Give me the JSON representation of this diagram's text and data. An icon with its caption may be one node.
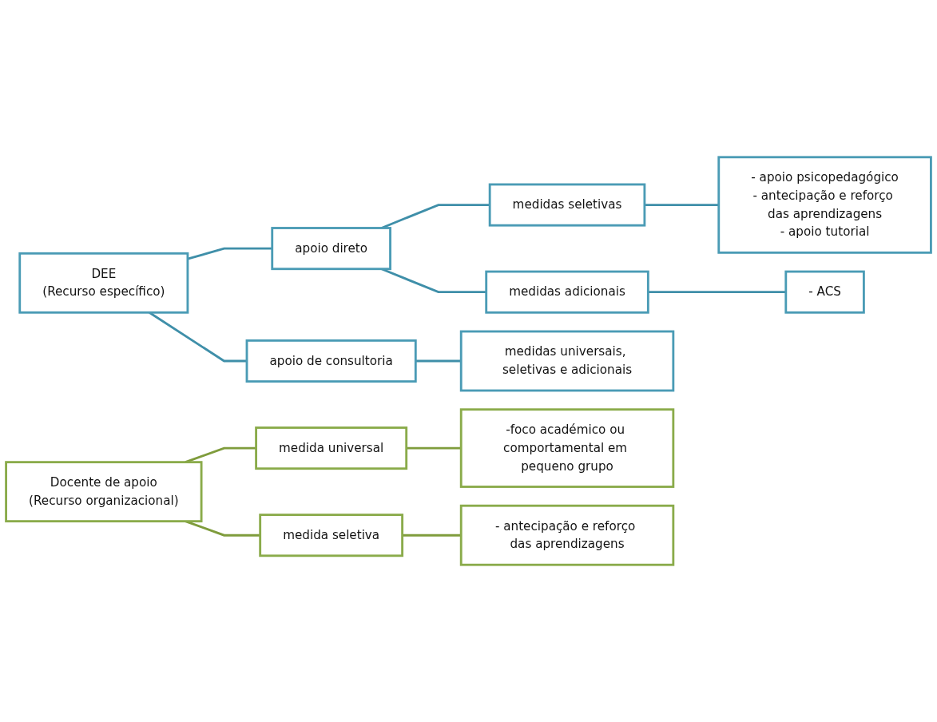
{
  "diagram": {
    "nodes": [
      {
        "text": [
          "DEE",
          "(Recurso específico)"
        ]
      },
      {
        "text": [
          "apoio direto"
        ]
      },
      {
        "text": [
          "apoio de consultoria"
        ]
      },
      {
        "text": [
          "medidas seletivas"
        ]
      },
      {
        "text": [
          "medidas adicionais"
        ]
      },
      {
        "text": [
          "medidas universais, seletivas e adicionais"
        ]
      },
      {
        "text": [
          "- apoio psicopedagógico",
          "- antecipação e reforço das aprendizagens",
          "- apoio tutorial"
        ]
      },
      {
        "text": [
          "- ACS"
        ]
      },
      {
        "text": [
          "Docente de apoio",
          "(Recurso organizacional)"
        ]
      },
      {
        "text": [
          "medida universal"
        ]
      },
      {
        "text": [
          "medida seletiva"
        ]
      },
      {
        "text": [
          "-foco académico ou comportamental em pequeno grupo"
        ]
      },
      {
        "text": [
          "- antecipação e reforço das aprendizagens"
        ]
      }
    ],
    "edges": [
      {
        "from": 0,
        "to": 1,
        "arrow": "none"
      },
      {
        "from": 0,
        "to": 2,
        "arrow": "none"
      },
      {
        "from": 1,
        "to": 3,
        "arrow": "none"
      },
      {
        "from": 1,
        "to": 4,
        "arrow": "none"
      },
      {
        "from": 2,
        "to": 5,
        "arrow": "none"
      },
      {
        "from": 3,
        "to": 6,
        "arrow": "none"
      },
      {
        "from": 4,
        "to": 7,
        "arrow": "none"
      },
      {
        "from": 8,
        "to": 9,
        "arrow": "none",
        "color": "#7f9c3c"
      },
      {
        "from": 8,
        "to": 10,
        "arrow": "none",
        "color": "#7f9c3c"
      },
      {
        "from": 9,
        "to": 11,
        "arrow": "none",
        "color": "#7f9c3c"
      },
      {
        "from": 10,
        "to": 12,
        "arrow": "none",
        "color": "#7f9c3c"
      }
    ]
  }
}
